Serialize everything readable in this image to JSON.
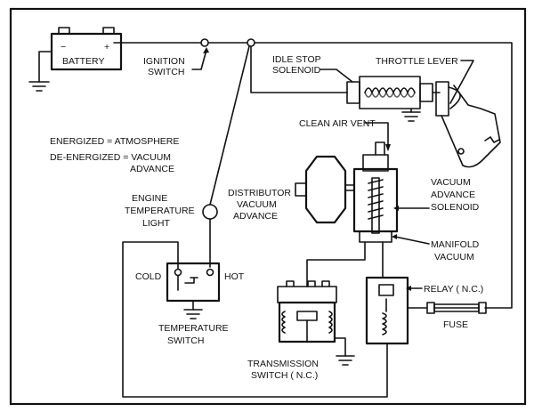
{
  "labels": {
    "battery": "BATTERY",
    "battery_minus": "−",
    "battery_plus": "+",
    "ignition_1": "IGNITION",
    "ignition_2": "SWITCH",
    "idle_1": "IDLE STOP",
    "idle_2": "SOLENOID",
    "throttle": "THROTTLE LEVER",
    "clean_air": "CLEAN AIR VENT",
    "legend_energized": "ENERGIZED = ATMOSPHERE",
    "legend_deenergized_1": "DE-ENERGIZED = VACUUM",
    "legend_deenergized_2": "ADVANCE",
    "engine_1": "ENGINE",
    "engine_2": "TEMPERATURE",
    "engine_3": "LIGHT",
    "dist_1": "DISTRIBUTOR",
    "dist_2": "VACUUM",
    "dist_3": "ADVANCE",
    "vas_1": "VACUUM",
    "vas_2": "ADVANCE",
    "vas_3": "SOLENOID",
    "manifold_1": "MANIFOLD",
    "manifold_2": "VACUUM",
    "cold": "COLD",
    "hot": "HOT",
    "relay": "RELAY ( N.C.)",
    "fuse": "FUSE",
    "tempsw_1": "TEMPERATURE",
    "tempsw_2": "SWITCH",
    "trans_1": "TRANSMISSION",
    "trans_2": "SWITCH  ( N.C.)"
  }
}
